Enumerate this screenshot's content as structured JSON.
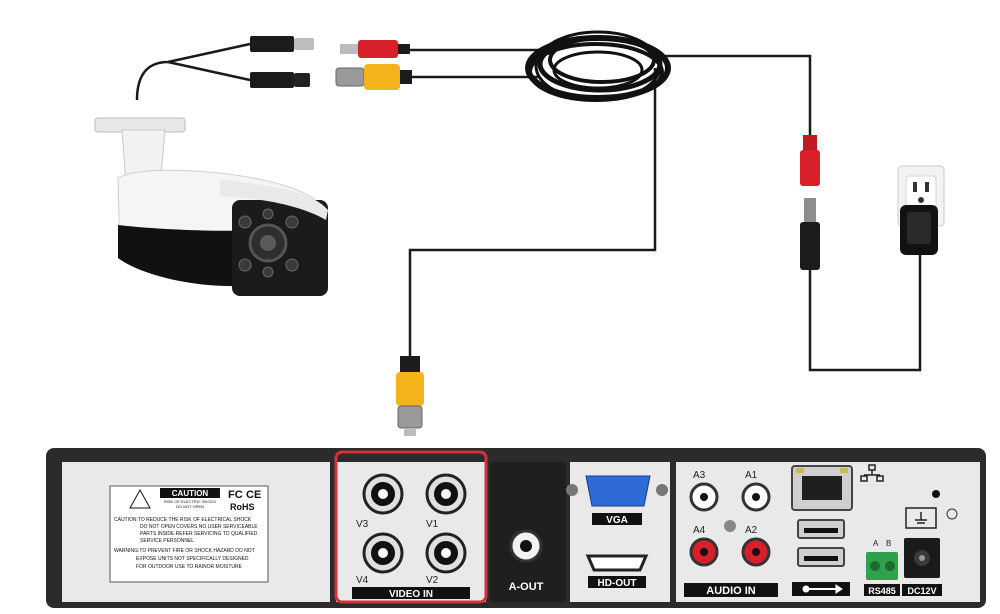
{
  "colors": {
    "cable": "#1a1a1a",
    "dvr_body": "#2b2b2b",
    "dvr_panel": "#e9e9e9",
    "bnc_yellow": "#f4b21b",
    "rca_red": "#d8202a",
    "vga_blue": "#2f6bd6",
    "video_in_outline": "#d3313b",
    "rs485_green": "#2fa14c"
  },
  "icons": [
    "bullet-camera-icon",
    "cable-coil-icon",
    "wall-outlet-icon",
    "power-adapter-icon",
    "usb-icon",
    "network-icon",
    "ground-icon"
  ],
  "caution_label": {
    "title": "CAUTION",
    "sub1": "RISK OF ELECTRIC SHOCK",
    "sub2": "DO NOT OPEN",
    "fc": "FC",
    "ce": "CE",
    "rohs": "RoHS",
    "lines": [
      "CAUTION:TO REDUCE THE RISK OF ELECTRICAL SHOCK",
      "DO NOT OPEN COVERS NO USER SERVICEABLE",
      "PARTS INSIDE.REFER SERVICING TO QUALIFIED",
      "SERVICE PERSONNEL",
      "WARNING:TO PREVENT FIRE OR SHOCK HAZARD DO NOT",
      "EXPOSE UNITS NOT SPECIFICALLY DESIGNED",
      "FOR OUTDOOR USE TO RAINOR MOISTURE"
    ]
  },
  "video_in": {
    "label": "VIDEO IN",
    "channels": [
      "V3",
      "V1",
      "V4",
      "V2"
    ]
  },
  "a_out": "A-OUT",
  "vga": "VGA",
  "hd_out": "HD-OUT",
  "audio_in": {
    "label": "AUDIO IN",
    "channels": [
      "A3",
      "A1",
      "A4",
      "A2"
    ]
  },
  "rs485": {
    "label": "RS485",
    "pins": [
      "A",
      "B"
    ]
  },
  "dc": "DC12V"
}
